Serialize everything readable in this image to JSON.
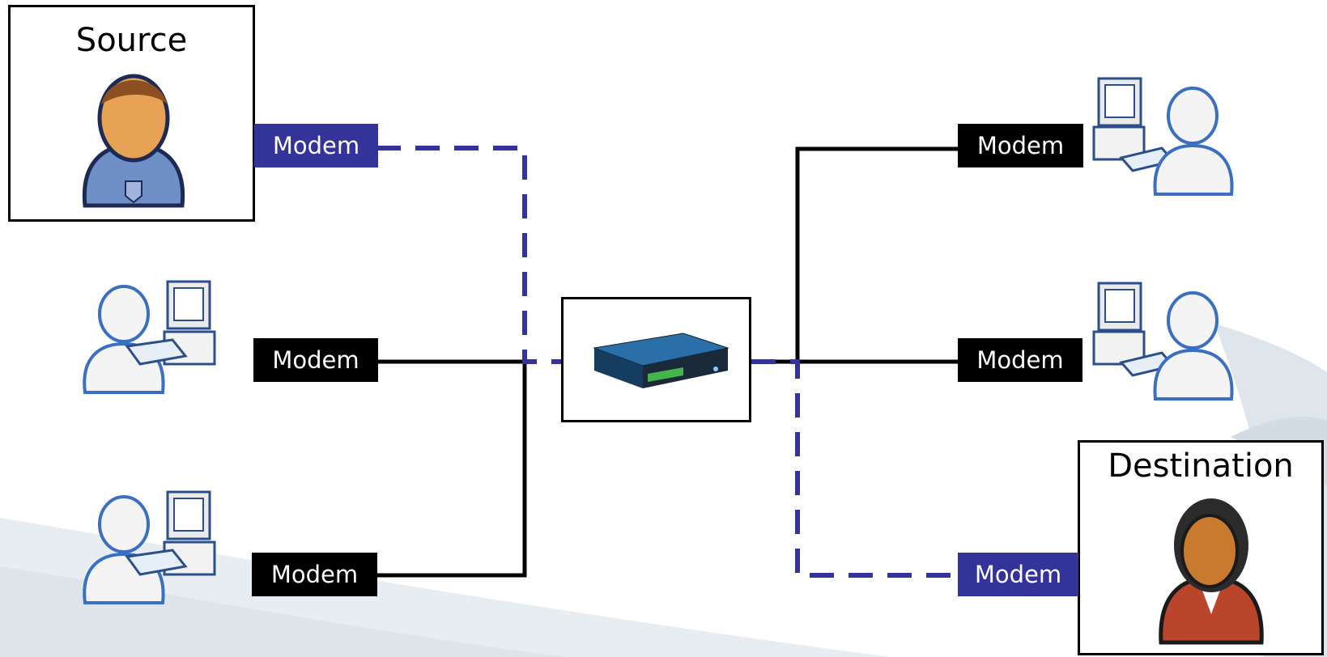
{
  "diagram": {
    "source": {
      "title": "Source"
    },
    "destination": {
      "title": "Destination"
    },
    "modems": [
      {
        "label": "Modem",
        "style": "highlight"
      },
      {
        "label": "Modem",
        "style": "dark"
      },
      {
        "label": "Modem",
        "style": "dark"
      },
      {
        "label": "Modem",
        "style": "dark"
      },
      {
        "label": "Modem",
        "style": "dark"
      },
      {
        "label": "Modem",
        "style": "highlight"
      }
    ]
  },
  "colors": {
    "highlight": "#333399",
    "dark": "#000000",
    "user_outline": "#3a6fc2",
    "swoosh": "#e4eaee"
  },
  "icons": {
    "source_user": "user-avatar-blue-icon",
    "destination_user": "user-avatar-red-icon",
    "workstation": "user-with-computer-icon",
    "hub": "network-device-icon"
  }
}
